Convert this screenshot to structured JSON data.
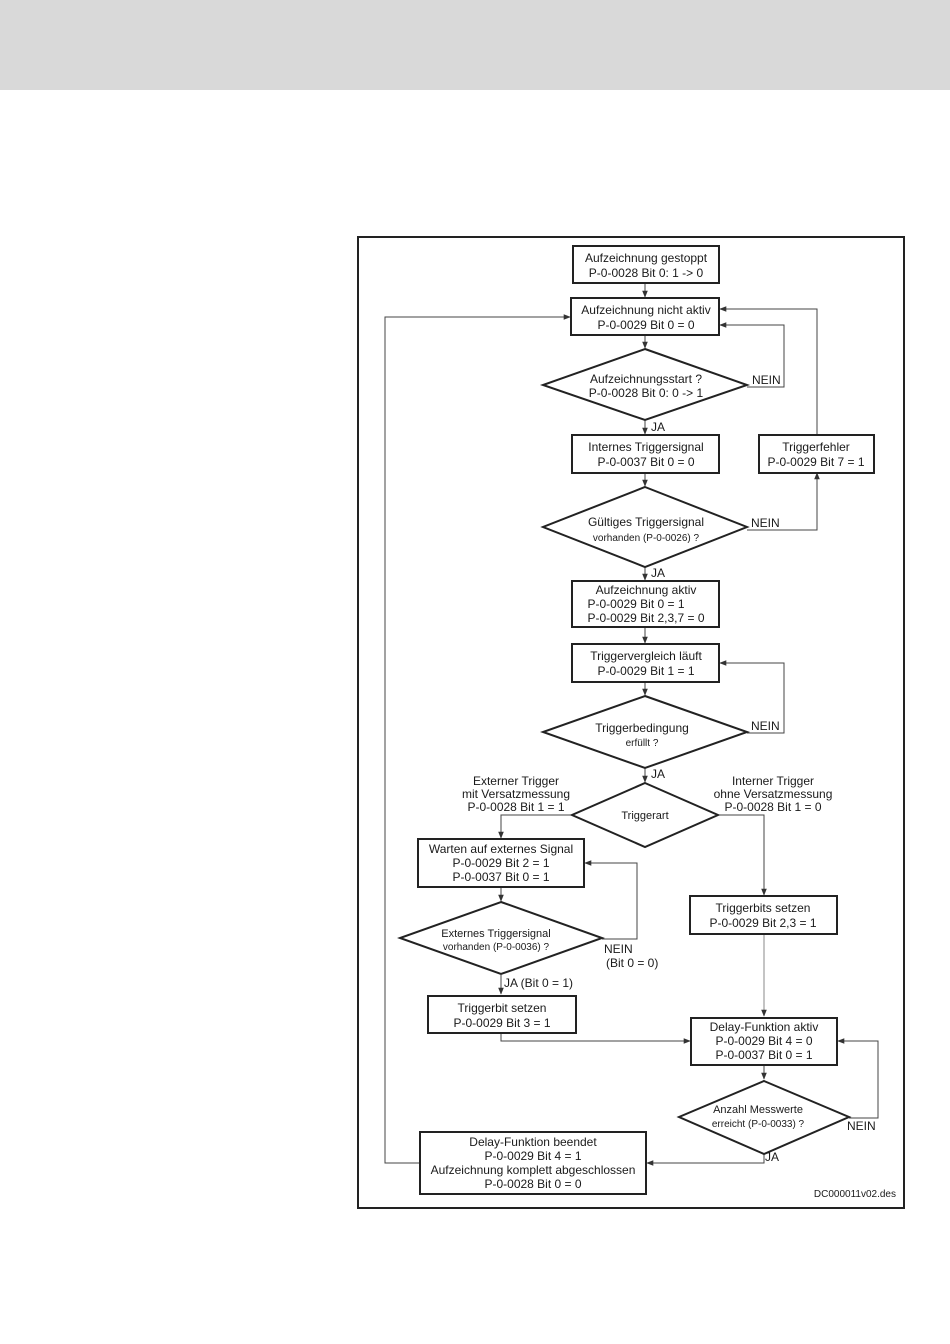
{
  "diagram": {
    "nodes": {
      "stopped": [
        "Aufzeichnung gestoppt",
        "P-0-0028 Bit 0: 1 -> 0"
      ],
      "not_active": [
        "Aufzeichnung nicht aktiv",
        "P-0-0029 Bit 0 = 0"
      ],
      "start_q": [
        "Aufzeichnungsstart ?",
        "P-0-0028 Bit 0: 0 -> 1"
      ],
      "int_signal": [
        "Internes Triggersignal",
        "P-0-0037 Bit 0 = 0"
      ],
      "trig_error": [
        "Triggerfehler",
        "P-0-0029 Bit 7 = 1"
      ],
      "valid_q": [
        "Gültiges Triggersignal",
        "vorhanden (P-0-0026) ?"
      ],
      "active": [
        "Aufzeichnung aktiv",
        "P-0-0029 Bit 0 = 1",
        "P-0-0029 Bit 2,3,7 = 0"
      ],
      "compare": [
        "Triggervergleich läuft",
        "P-0-0029 Bit 1 = 1"
      ],
      "cond_q": [
        "Triggerbedingung",
        "erfüllt ?"
      ],
      "type_q": [
        "Triggerart"
      ],
      "wait_ext": [
        "Warten auf externes Signal",
        "P-0-0029 Bit 2 = 1",
        "P-0-0037 Bit 0 = 1"
      ],
      "ext_q": [
        "Externes Triggersignal",
        "vorhanden (P-0-0036) ?"
      ],
      "set_bit": [
        "Triggerbit setzen",
        "P-0-0029 Bit 3 = 1"
      ],
      "set_bits": [
        "Triggerbits setzen",
        "P-0-0029 Bit 2,3 = 1"
      ],
      "delay_active": [
        "Delay-Funktion aktiv",
        "P-0-0029 Bit 4 = 0",
        "P-0-0037 Bit 0 = 1"
      ],
      "count_q": [
        "Anzahl Messwerte",
        "erreicht (P-0-0033) ?"
      ],
      "delay_done": [
        "Delay-Funktion beendet",
        "P-0-0029 Bit 4 = 1",
        "Aufzeichnung komplett abgeschlossen",
        "P-0-0028 Bit 0 = 0"
      ]
    },
    "labels": {
      "ja": "JA",
      "nein": "NEIN",
      "ja_bit": "JA (Bit 0 = 1)",
      "bit0": "(Bit 0 = 0)",
      "ext_trigger": [
        "Externer Trigger",
        "mit Versatzmessung",
        "P-0-0028 Bit 1 = 1"
      ],
      "int_trigger": [
        "Interner Trigger",
        "ohne Versatzmessung",
        "P-0-0028 Bit 1 = 0"
      ],
      "doc_id": "DC000011v02.des"
    }
  }
}
